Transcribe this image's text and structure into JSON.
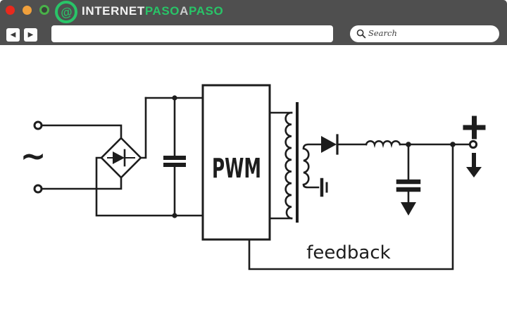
{
  "window": {
    "traffic_lights": [
      {
        "name": "close",
        "color": "#e8291d"
      },
      {
        "name": "minimize",
        "color": "#f0a03c"
      },
      {
        "name": "maximize",
        "color": "#49b149"
      }
    ],
    "logo": {
      "glyph": "@",
      "color": "#29c468"
    },
    "brand": [
      {
        "text": "INTERNET",
        "color": "#f2f2f2"
      },
      {
        "text": "PASO",
        "color": "#29c468"
      },
      {
        "text": "A",
        "color": "#c9cccc"
      },
      {
        "text": "PASO",
        "color": "#29c468"
      }
    ],
    "toolbar": {
      "back_icon": "◀",
      "forward_icon": "▶",
      "address_value": "",
      "search_placeholder": "Search"
    },
    "titlebar_color": "#4f4f4f"
  },
  "diagram": {
    "type": "circuit-schematic",
    "line_color": "#1d1d1d",
    "labels": {
      "ac_input": "~",
      "pwm": "PWM",
      "feedback": "feedback",
      "output_polarity": "+"
    }
  }
}
